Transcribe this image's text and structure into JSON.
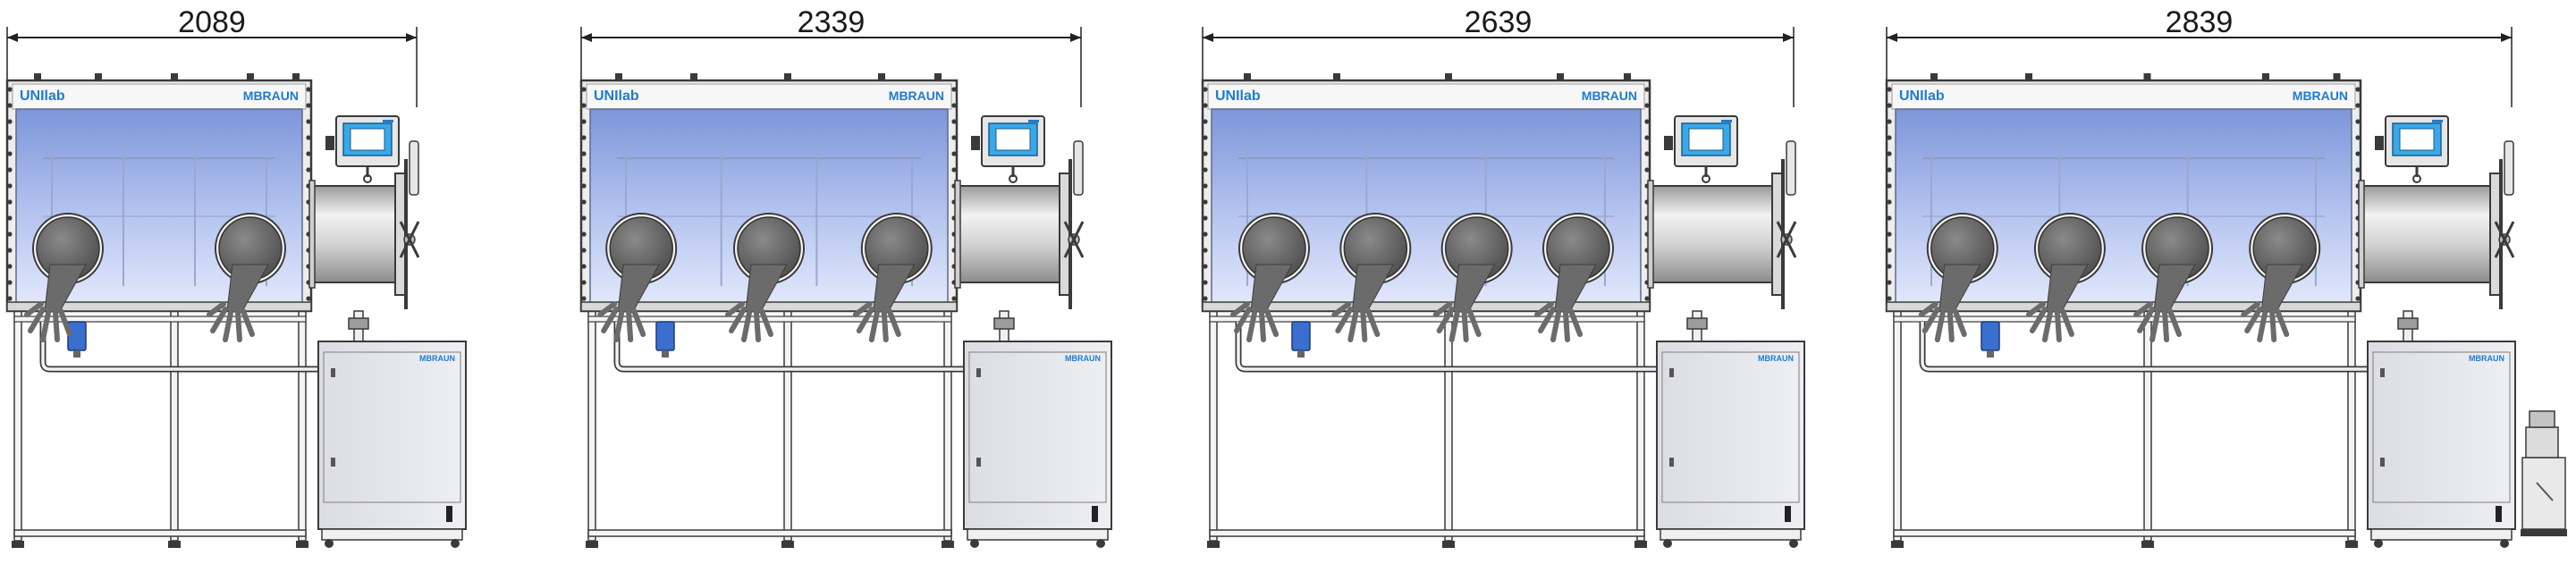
{
  "figure": {
    "units": [
      {
        "width_label": "2089",
        "gloveports": 2,
        "brand_left": "UNIlab",
        "brand_right": "MBRAUN"
      },
      {
        "width_label": "2339",
        "gloveports": 3,
        "brand_left": "UNIlab",
        "brand_right": "MBRAUN"
      },
      {
        "width_label": "2639",
        "gloveports": 4,
        "brand_left": "UNIlab",
        "brand_right": "MBRAUN"
      },
      {
        "width_label": "2839",
        "gloveports": 4,
        "brand_left": "UNIlab",
        "brand_right": "MBRAUN"
      }
    ]
  },
  "colors": {
    "frame": "#3a3a3a",
    "window_top": "#7f98dc",
    "window_bottom": "#dfe6fb",
    "glove": "#6f6f6f",
    "cabinet": "#e7e8ec",
    "accent_blue": "#1f7bd0",
    "screen": "#38a8e8"
  }
}
